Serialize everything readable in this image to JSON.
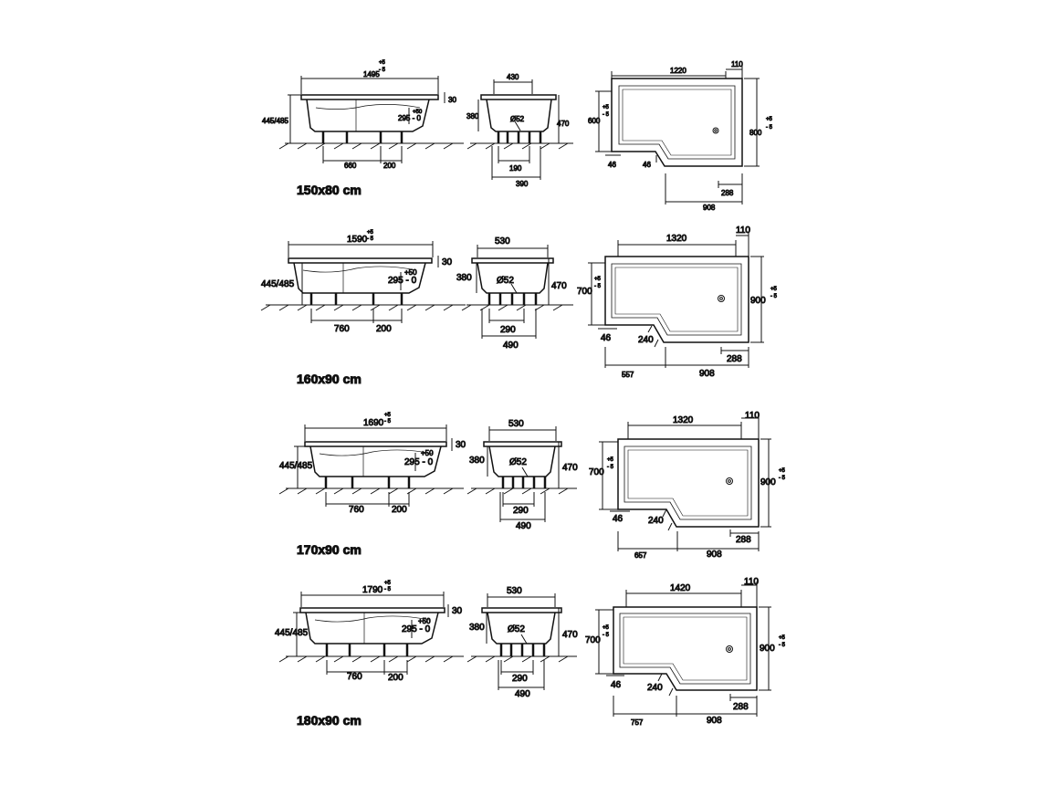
{
  "sections": [
    {
      "title": "150x80 cm",
      "side": {
        "length": "1495",
        "length_tol_plus": "+5",
        "length_tol_minus": "- 5",
        "rim": "30",
        "height": "445/485",
        "waste_tol": "+50",
        "waste": "295 - 0",
        "leg_spacing": "660",
        "leg_offset": "200"
      },
      "end": {
        "width": "430",
        "depth": "380",
        "outer_height": "470",
        "drain": "Ø52",
        "inner_span": "190",
        "outer_span": "390"
      },
      "plan": {
        "length": "1220",
        "rim": "110",
        "width": "800",
        "width_tol_plus": "+5",
        "width_tol_minus": "- 5",
        "narrow_width": "600",
        "narrow_tol_plus": "+5",
        "narrow_tol_minus": "- 5",
        "corner_a": "46",
        "corner_b": "46",
        "drain_offset": "288",
        "narrow_length": "908"
      }
    },
    {
      "title": "160x90 cm",
      "side": {
        "length": "1590",
        "length_tol_plus": "+5",
        "length_tol_minus": "- 5",
        "rim": "30",
        "height": "445/485",
        "waste_tol": "+50",
        "waste": "295 - 0",
        "leg_spacing": "760",
        "leg_offset": "200"
      },
      "end": {
        "width": "530",
        "depth": "380",
        "outer_height": "470",
        "drain": "Ø52",
        "inner_span": "290",
        "outer_span": "490"
      },
      "plan": {
        "length": "1320",
        "rim": "110",
        "width": "900",
        "width_tol_plus": "+5",
        "width_tol_minus": "- 5",
        "narrow_width": "700",
        "narrow_tol_plus": "+5",
        "narrow_tol_minus": "- 5",
        "corner_a": "46",
        "corner_b": "240",
        "drain_offset": "288",
        "wide_length": "557",
        "narrow_length": "908"
      }
    },
    {
      "title": "170x90 cm",
      "side": {
        "length": "1690",
        "length_tol_plus": "+5",
        "length_tol_minus": "- 5",
        "rim": "30",
        "height": "445/485",
        "waste_tol": "+50",
        "waste": "295 - 0",
        "leg_spacing": "760",
        "leg_offset": "200"
      },
      "end": {
        "width": "530",
        "depth": "380",
        "outer_height": "470",
        "drain": "Ø52",
        "inner_span": "290",
        "outer_span": "490"
      },
      "plan": {
        "length": "1320",
        "rim": "110",
        "width": "900",
        "width_tol_plus": "+5",
        "width_tol_minus": "- 5",
        "narrow_width": "700",
        "narrow_tol_plus": "+5",
        "narrow_tol_minus": "- 5",
        "corner_a": "46",
        "corner_b": "240",
        "drain_offset": "288",
        "wide_length": "657",
        "narrow_length": "908"
      }
    },
    {
      "title": "180x90 cm",
      "side": {
        "length": "1790",
        "length_tol_plus": "+5",
        "length_tol_minus": "- 5",
        "rim": "30",
        "height": "445/485",
        "waste_tol": "+50",
        "waste": "295 - 0",
        "leg_spacing": "760",
        "leg_offset": "200"
      },
      "end": {
        "width": "530",
        "depth": "380",
        "outer_height": "470",
        "drain": "Ø52",
        "inner_span": "290",
        "outer_span": "490"
      },
      "plan": {
        "length": "1420",
        "rim": "110",
        "width": "900",
        "width_tol_plus": "+5",
        "width_tol_minus": "- 5",
        "narrow_width": "700",
        "narrow_tol_plus": "+5",
        "narrow_tol_minus": "- 5",
        "corner_a": "46",
        "corner_b": "240",
        "drain_offset": "288",
        "wide_length": "757",
        "narrow_length": "908"
      }
    }
  ]
}
